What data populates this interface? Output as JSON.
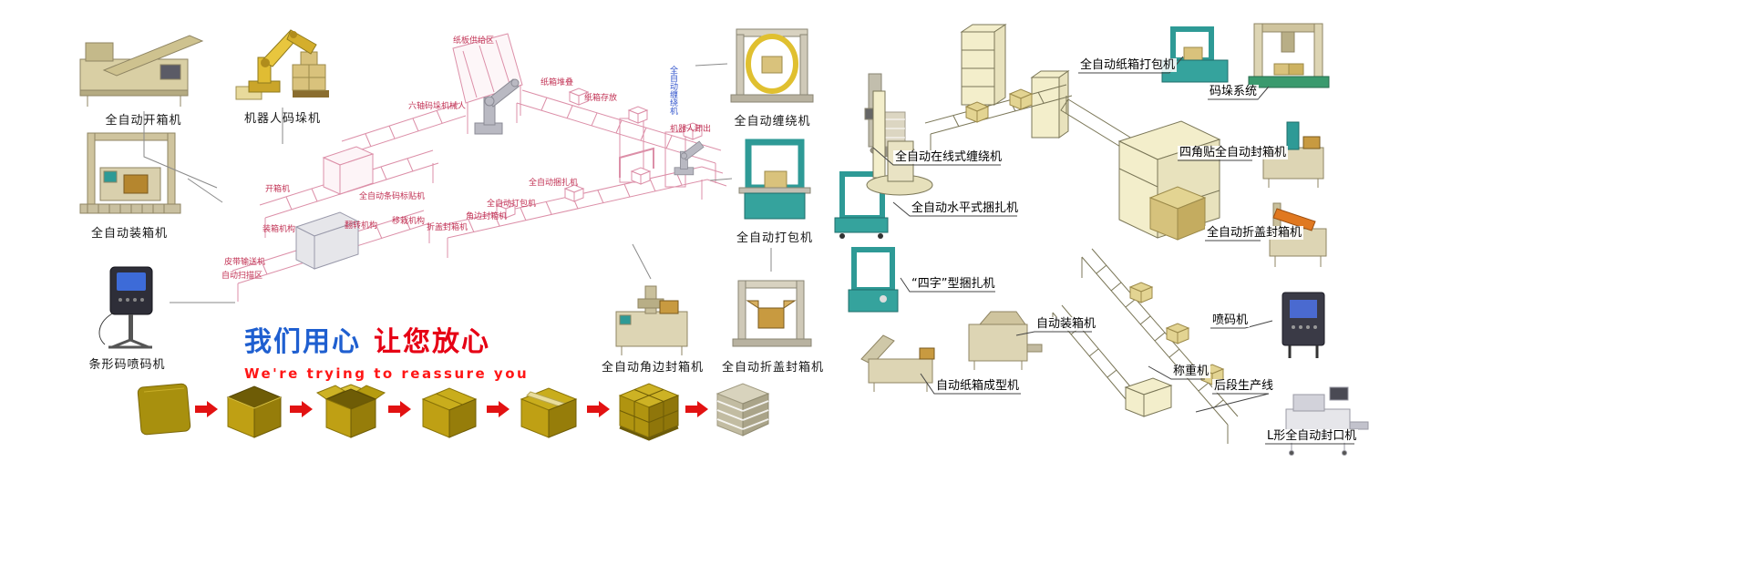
{
  "slogan": {
    "cn_part1": "我们用心",
    "cn_part2": "让您放心",
    "en": "We're trying to reassure you"
  },
  "left_machine_labels": [
    "全自动开箱机",
    "机器人码垛机",
    "全自动装箱机",
    "条形码喷码机"
  ],
  "mid_machine_labels": [
    "全自动缠绕机",
    "全自动打包机",
    "全自动角边封箱机",
    "全自动折盖封箱机"
  ],
  "right_machine_labels": [
    "全自动纸箱打包机",
    "码垛系统",
    "全自动在线式缠绕机",
    "四角贴全自动封箱机",
    "全自动水平式捆扎机",
    "全自动折盖封箱机",
    "“四字”型捆扎机",
    "自动装箱机",
    "喷码机",
    "称重机",
    "自动纸箱成型机",
    "后段生产线",
    "L形全自动封口机"
  ],
  "diagram_labels": [
    "纸板供给区",
    "纸箱堆叠",
    "纸箱存放",
    "六轴码垛机械人",
    "开箱机",
    "全自动条码标贴机",
    "装箱机构",
    "翻转机构",
    "移栽机构",
    "折盖封箱机",
    "角边封箱机",
    "全自动打包机",
    "全自动捆扎机",
    "机器人卸出",
    "全自动缠绕机",
    "皮带输送机",
    "自动扫描区"
  ],
  "process_step_icons": [
    "flat-cardboard-blank-icon",
    "erected-open-box-icon",
    "open-flaps-box-icon",
    "closed-box-icon",
    "taped-sealed-box-icon",
    "palletized-boxes-icon",
    "stretch-wrapped-pallet-icon"
  ],
  "colors": {
    "arrow_red": "#e21212",
    "slogan_blue": "#1f5fd0",
    "slogan_red": "#e60014",
    "slogan_en_red": "#ff1616",
    "box_gold": "#b3950f",
    "diagram_pink": "#dc8fa8",
    "machine_teal": "#2e9a96",
    "illustration_cream": "#f3eecb"
  }
}
